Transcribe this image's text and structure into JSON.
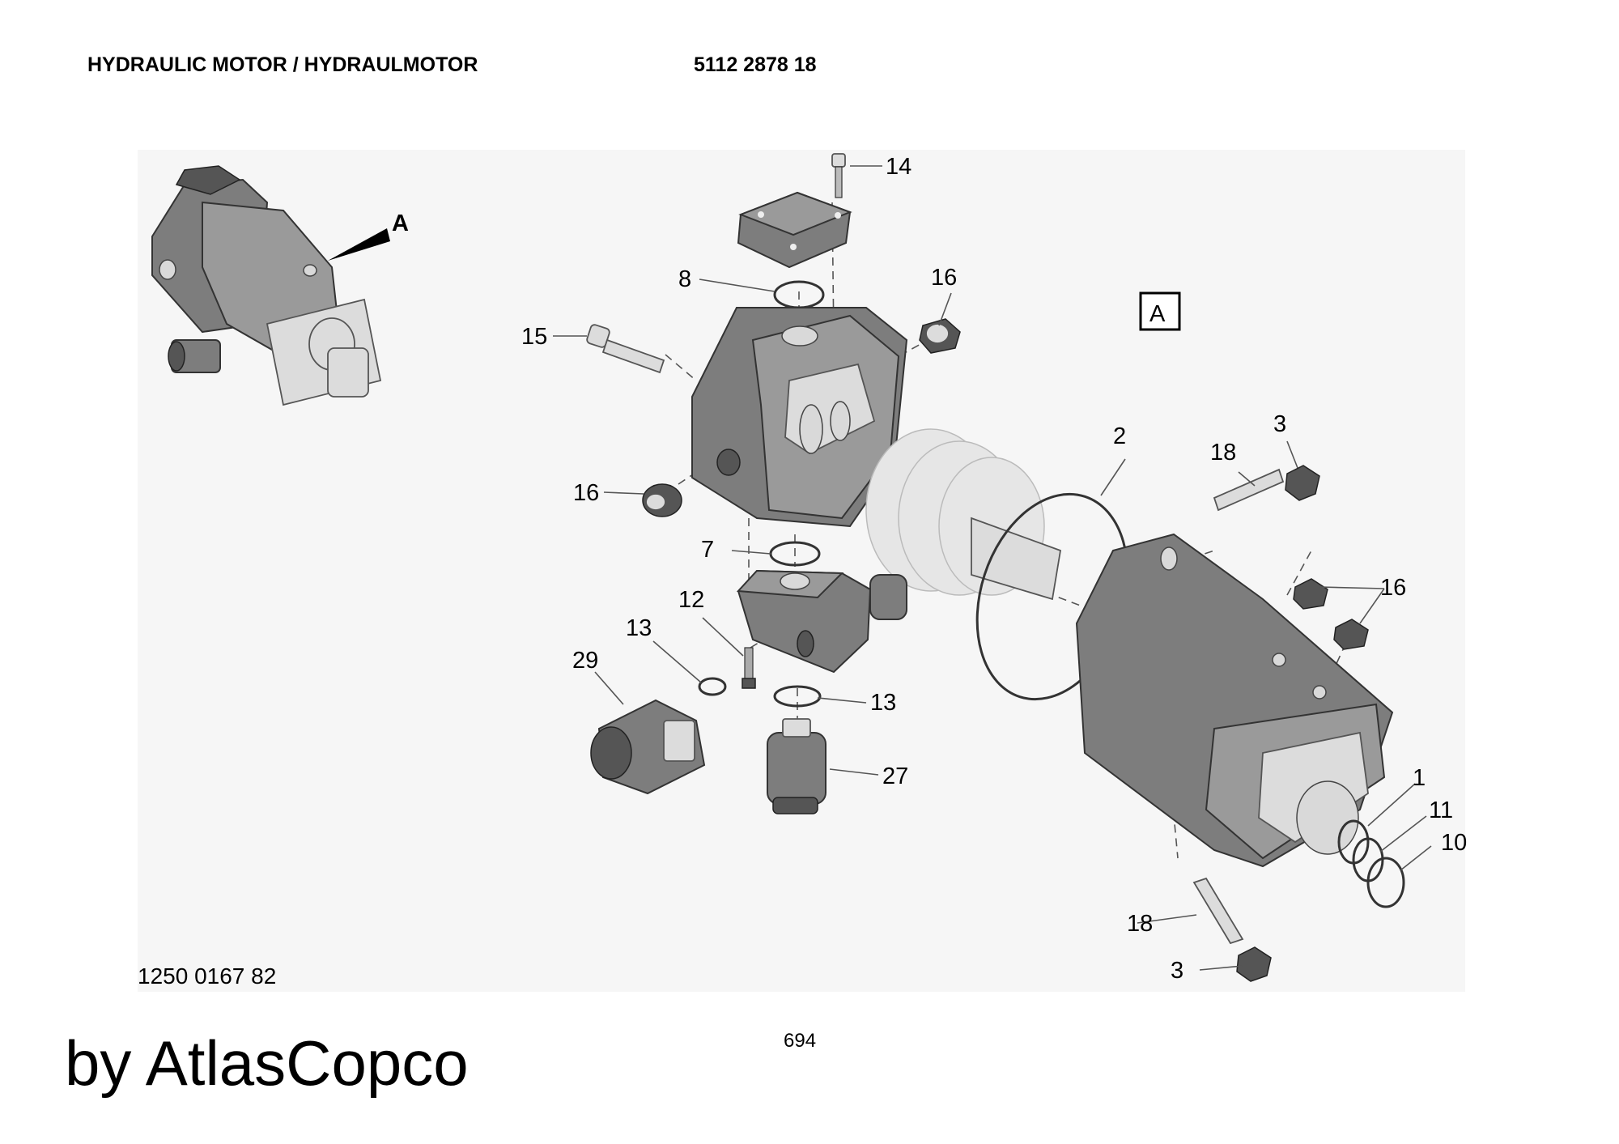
{
  "header": {
    "title": "HYDRAULIC MOTOR / HYDRAULMOTOR",
    "part_number": "5112 2878 18"
  },
  "diagram": {
    "view_marker_arrow": "A",
    "view_box_label": "A",
    "callouts": [
      "14",
      "8",
      "16",
      "15",
      "16",
      "7",
      "12",
      "13",
      "29",
      "13",
      "27",
      "2",
      "3",
      "18",
      "16",
      "1",
      "11",
      "10",
      "18",
      "3"
    ]
  },
  "footer": {
    "drawing_number": "1250 0167 82",
    "page_number": "694",
    "brand": "by AtlasCopco"
  }
}
